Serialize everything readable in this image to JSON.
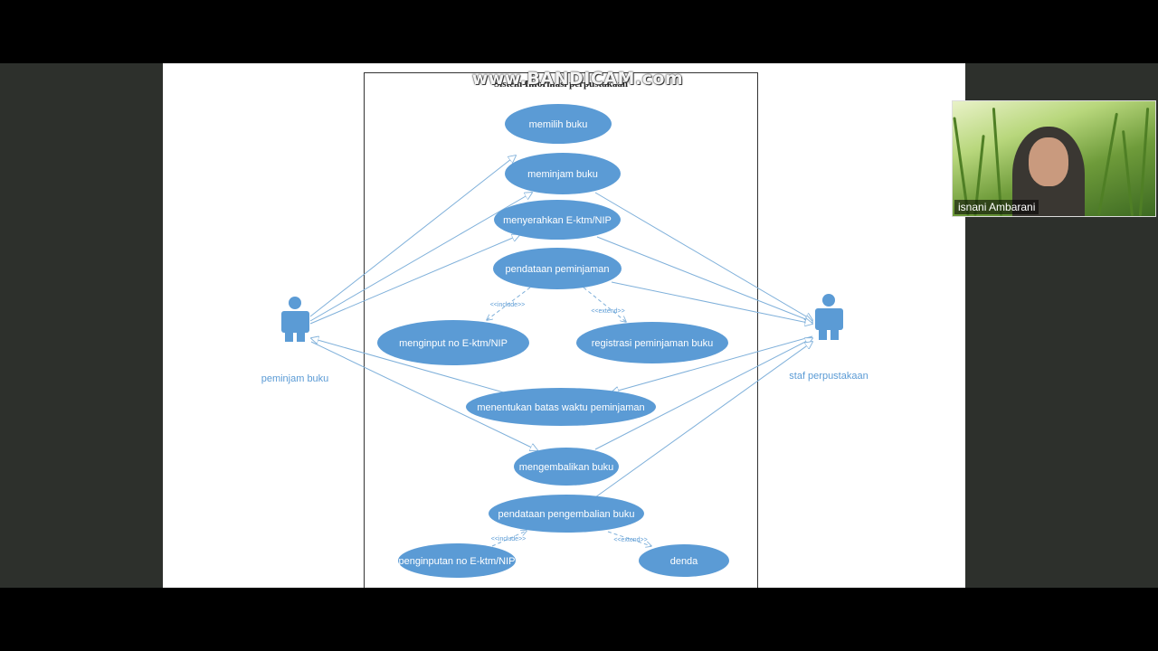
{
  "watermark": "www.BANDICAM.com",
  "system_title": "Sistem Informasi perpustakaan",
  "actors": {
    "left": "peminjam buku",
    "right": "staf perpustakaan"
  },
  "use_cases": {
    "memilih_buku": "memilih buku",
    "meminjam_buku": "meminjam buku",
    "menyerahkan": "menyerahkan E-ktm/NIP",
    "pendataan_peminjaman": "pendataan peminjaman",
    "menginput": "menginput no E-ktm/NIP",
    "registrasi": "registrasi peminjaman buku",
    "menentukan": "menentukan batas waktu peminjaman",
    "mengembalikan": "mengembalikan buku",
    "pendataan_pengembalian": "pendataan pengembalian buku",
    "penginputan": "penginputan no E-ktm/NIP",
    "denda": "denda"
  },
  "stereotypes": {
    "include1": "<<include>>",
    "extend1": "<<extend>>",
    "include2": "<<include>>",
    "extend2": "<<extend>>"
  },
  "webcam": {
    "participant_name": "isnani Ambarani"
  },
  "colors": {
    "use_case_fill": "#5b9bd5",
    "line": "#7fb0da",
    "background_outer": "#2d302c"
  }
}
